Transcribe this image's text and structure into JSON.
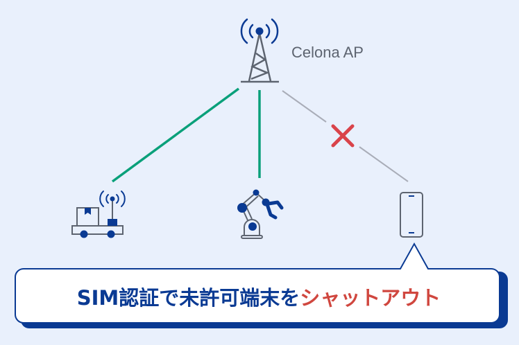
{
  "ap_label": "Celona AP",
  "callout": {
    "text_main": "SIM認証で未許可端末を",
    "text_highlight": "シャットアウト"
  },
  "colors": {
    "background": "#e9f0fc",
    "primary_blue": "#0a3a93",
    "gray_icon": "#5d6470",
    "connected_line": "#0aa07a",
    "blocked_line": "#a9adb8",
    "blocked_mark": "#d9434a",
    "highlight_text": "#d0473f"
  },
  "devices": [
    {
      "icon": "agv-robot-icon",
      "status": "connected"
    },
    {
      "icon": "robot-arm-icon",
      "status": "connected"
    },
    {
      "icon": "smartphone-icon",
      "status": "blocked"
    }
  ]
}
